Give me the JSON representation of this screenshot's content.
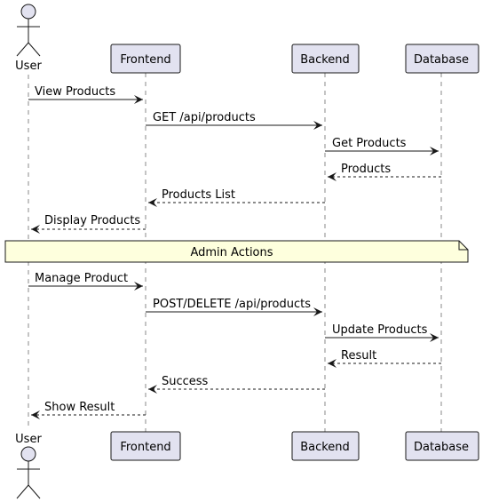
{
  "participants": [
    {
      "id": "user",
      "label": "User",
      "kind": "actor"
    },
    {
      "id": "frontend",
      "label": "Frontend",
      "kind": "participant"
    },
    {
      "id": "backend",
      "label": "Backend",
      "kind": "participant"
    },
    {
      "id": "database",
      "label": "Database",
      "kind": "participant"
    }
  ],
  "messages": [
    {
      "from": "user",
      "to": "frontend",
      "label": "View Products",
      "style": "solid"
    },
    {
      "from": "frontend",
      "to": "backend",
      "label": "GET /api/products",
      "style": "solid"
    },
    {
      "from": "backend",
      "to": "database",
      "label": "Get Products",
      "style": "solid"
    },
    {
      "from": "database",
      "to": "backend",
      "label": "Products",
      "style": "dashed"
    },
    {
      "from": "backend",
      "to": "frontend",
      "label": "Products List",
      "style": "dashed"
    },
    {
      "from": "frontend",
      "to": "user",
      "label": "Display Products",
      "style": "dashed"
    },
    {
      "from": "user",
      "to": "frontend",
      "label": "Manage Product",
      "style": "solid"
    },
    {
      "from": "frontend",
      "to": "backend",
      "label": "POST/DELETE /api/products",
      "style": "solid"
    },
    {
      "from": "backend",
      "to": "database",
      "label": "Update Products",
      "style": "solid"
    },
    {
      "from": "database",
      "to": "backend",
      "label": "Result",
      "style": "dashed"
    },
    {
      "from": "backend",
      "to": "frontend",
      "label": "Success",
      "style": "dashed"
    },
    {
      "from": "frontend",
      "to": "user",
      "label": "Show Result",
      "style": "dashed"
    }
  ],
  "note": {
    "label": "Admin Actions",
    "after_message": 5
  },
  "colors": {
    "participant_fill": "#E2E2F0",
    "participant_stroke": "#181818",
    "note_fill": "#FEFFDD",
    "line": "#181818",
    "lifeline": "#8A8A8A"
  }
}
